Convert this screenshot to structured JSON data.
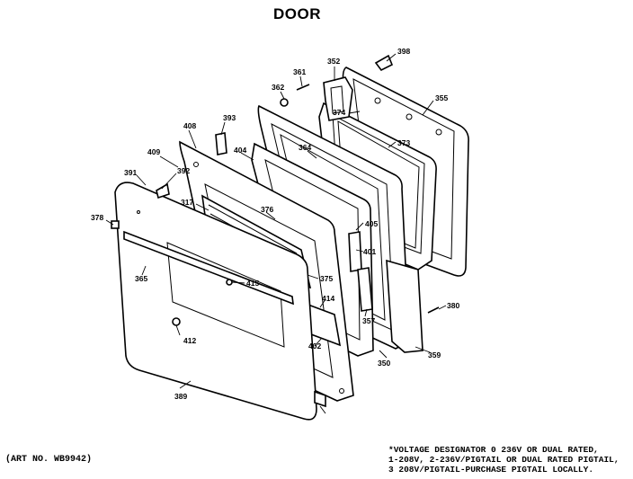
{
  "title": "DOOR",
  "art_number": "(ART NO. WB9942)",
  "voltage_note": [
    "*VOLTAGE DESIGNATOR 0 236V OR DUAL RATED,",
    "1-208V, 2-236V/PIGTAIL OR DUAL RATED PIGTAIL,",
    "3 208V/PIGTAIL-PURCHASE PIGTAIL LOCALLY."
  ],
  "part_labels": [
    "398",
    "352",
    "361",
    "362",
    "355",
    "374",
    "373",
    "393",
    "408",
    "409",
    "404",
    "364",
    "391",
    "392",
    "317",
    "378",
    "376",
    "365",
    "375",
    "415",
    "414",
    "412",
    "402",
    "401",
    "405",
    "357",
    "380",
    "350",
    "359",
    "389"
  ]
}
